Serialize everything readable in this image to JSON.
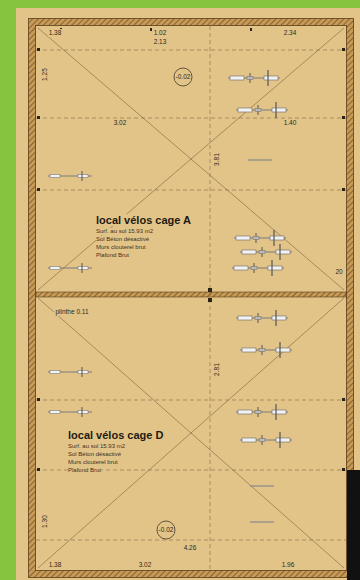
{
  "diagram": {
    "nodes": [
      {
        "text": [
          "local vélos cage A",
          "Surf. au sol 15.93 m2",
          "Sol Béton désactivé",
          "Murs clouterel brut",
          "Plafond Brut"
        ]
      },
      {
        "text": [
          "local vélos cage D",
          "Surf. au sol 15.93 m2",
          "Sol Béton désactivé",
          "Murs clouterel brut",
          "Plafond Brut"
        ]
      }
    ],
    "labels": [
      "1.38",
      "1.02",
      "2.13",
      "2.34",
      "1.25",
      "-0.02",
      "3.02",
      "1.40",
      "3.81",
      "plinthe 0.11",
      "2.81",
      "-0.02",
      "4.26",
      "1.38",
      "3.02",
      "1.96",
      "1.30",
      "20"
    ]
  }
}
